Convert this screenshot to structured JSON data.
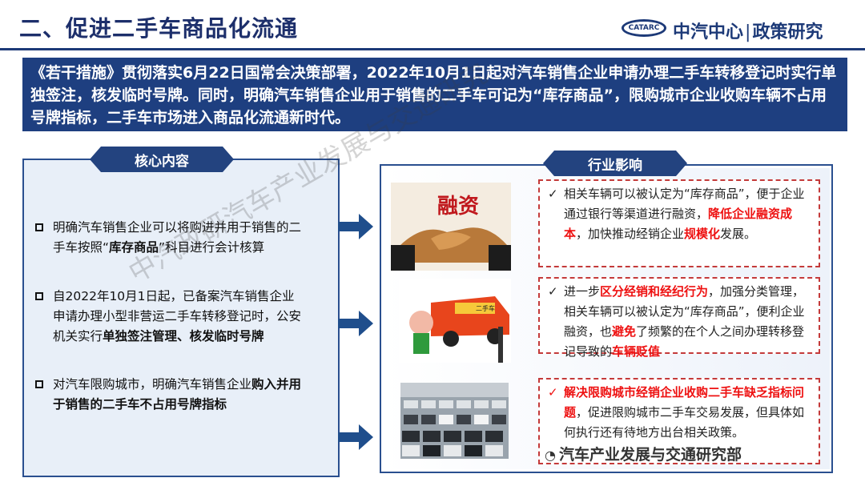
{
  "header": {
    "title": "二、促进二手车商品化流通",
    "logo_mark": "CATARC",
    "logo_org": "中汽中心",
    "logo_sep": "|",
    "logo_dept": "政策研究"
  },
  "intro_text": "《若干措施》贯彻落实6月22日国常会决策部署，2022年10月1日起对汽车销售企业申请办理二手车转移登记时实行单独签注，核发临时号牌。同时，明确汽车销售企业用于销售的二手车可记为“库存商品”，限购城市企业收购车辆不占用号牌指标，二手车市场进入商品化流通新时代。",
  "core": {
    "heading": "核心内容",
    "items": [
      {
        "parts": [
          {
            "t": "明确汽车销售企业可以将购进并用于销售的二手车按照“",
            "b": false
          },
          {
            "t": "库存商品",
            "b": true
          },
          {
            "t": "”科目进行会计核算",
            "b": false
          }
        ]
      },
      {
        "parts": [
          {
            "t": "自2022年10月1日起，已备案汽车销售企业申请办理小型非营运二手车转移登记时，公安机关实行",
            "b": false
          },
          {
            "t": "单独签注管理、核发临时号牌",
            "b": true
          }
        ]
      },
      {
        "parts": [
          {
            "t": "对汽车限购城市，明确汽车销售企业",
            "b": false
          },
          {
            "t": "购入并用于销售的二手车不占用号牌指标",
            "b": true
          }
        ]
      }
    ]
  },
  "impact": {
    "heading": "行业影响",
    "cards": [
      {
        "parts": [
          {
            "t": "相关车辆可以被认定为“库存商品”，便于企业通过银行等渠道进行融资，",
            "r": false
          },
          {
            "t": "降低企业融资成本",
            "r": true
          },
          {
            "t": "，加快推动经销企业",
            "r": false
          },
          {
            "t": "规模化",
            "r": true
          },
          {
            "t": "发展。",
            "r": false
          }
        ]
      },
      {
        "parts": [
          {
            "t": "进一步",
            "r": false
          },
          {
            "t": "区分经销和经纪行为",
            "r": true
          },
          {
            "t": "，加强分类管理，相关车辆可以被认定为“库存商品”，便利企业融资，也",
            "r": false
          },
          {
            "t": "避免",
            "r": true
          },
          {
            "t": "了频繁的在个人之间办理转移登记导致的",
            "r": false
          },
          {
            "t": "车辆贬值",
            "r": true
          }
        ]
      },
      {
        "parts": [
          {
            "t": "解决限购城市经销企业收购二手车缺乏指标问题",
            "r": true
          },
          {
            "t": "，促进限购城市二手车交易发展，但具体如何执行还有待地方出台相关政策。",
            "r": false
          }
        ]
      }
    ],
    "image_labels": {
      "financing": "融资",
      "car_badge": "二手车"
    }
  },
  "footer_text": "汽车产业发展与交通研究部",
  "watermark": "中汽政研汽车产业发展与交通研究",
  "colors": {
    "navy": "#1e3f80",
    "accent_red": "#e11111",
    "panel_bg": "#e8eff8"
  }
}
